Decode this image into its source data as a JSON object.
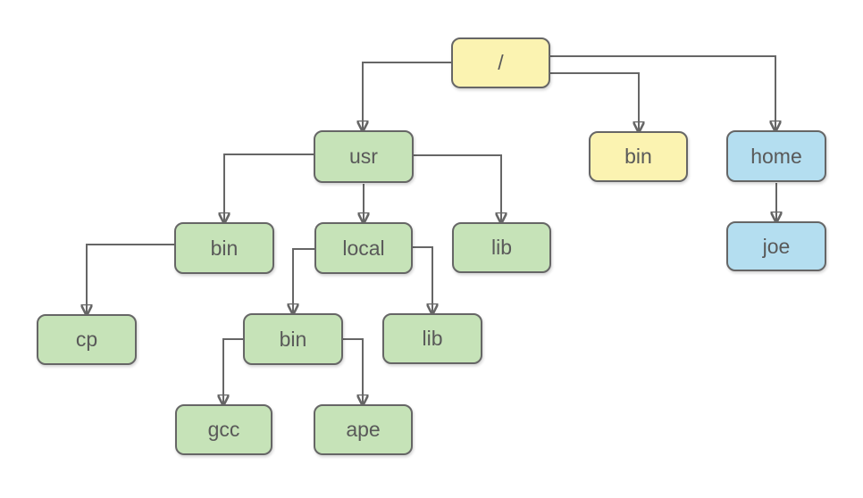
{
  "diagram": {
    "type": "tree",
    "description": "Unix filesystem hierarchy diagram",
    "palette": {
      "yellow_fill": "#FBF3B1",
      "green_fill": "#C6E3B8",
      "blue_fill": "#B4DEF0",
      "node_border": "#666666",
      "edge_color": "#666666",
      "text_color": "#595959",
      "background": "#FFFFFF"
    },
    "nodes": [
      {
        "id": "root",
        "label": "/",
        "color": "yellow"
      },
      {
        "id": "usr",
        "label": "usr",
        "color": "green"
      },
      {
        "id": "bin-root",
        "label": "bin",
        "color": "yellow"
      },
      {
        "id": "home",
        "label": "home",
        "color": "blue"
      },
      {
        "id": "joe",
        "label": "joe",
        "color": "blue"
      },
      {
        "id": "usr-bin",
        "label": "bin",
        "color": "green"
      },
      {
        "id": "usr-local",
        "label": "local",
        "color": "green"
      },
      {
        "id": "usr-lib",
        "label": "lib",
        "color": "green"
      },
      {
        "id": "cp",
        "label": "cp",
        "color": "green"
      },
      {
        "id": "local-bin",
        "label": "bin",
        "color": "green"
      },
      {
        "id": "local-lib",
        "label": "lib",
        "color": "green"
      },
      {
        "id": "gcc",
        "label": "gcc",
        "color": "green"
      },
      {
        "id": "ape",
        "label": "ape",
        "color": "green"
      }
    ],
    "edges": [
      {
        "from": "root",
        "to": "usr"
      },
      {
        "from": "root",
        "to": "bin-root"
      },
      {
        "from": "root",
        "to": "home"
      },
      {
        "from": "home",
        "to": "joe"
      },
      {
        "from": "usr",
        "to": "usr-bin"
      },
      {
        "from": "usr",
        "to": "usr-local"
      },
      {
        "from": "usr",
        "to": "usr-lib"
      },
      {
        "from": "usr-bin",
        "to": "cp"
      },
      {
        "from": "usr-local",
        "to": "local-bin"
      },
      {
        "from": "usr-local",
        "to": "local-lib"
      },
      {
        "from": "local-bin",
        "to": "gcc"
      },
      {
        "from": "local-bin",
        "to": "ape"
      }
    ]
  }
}
